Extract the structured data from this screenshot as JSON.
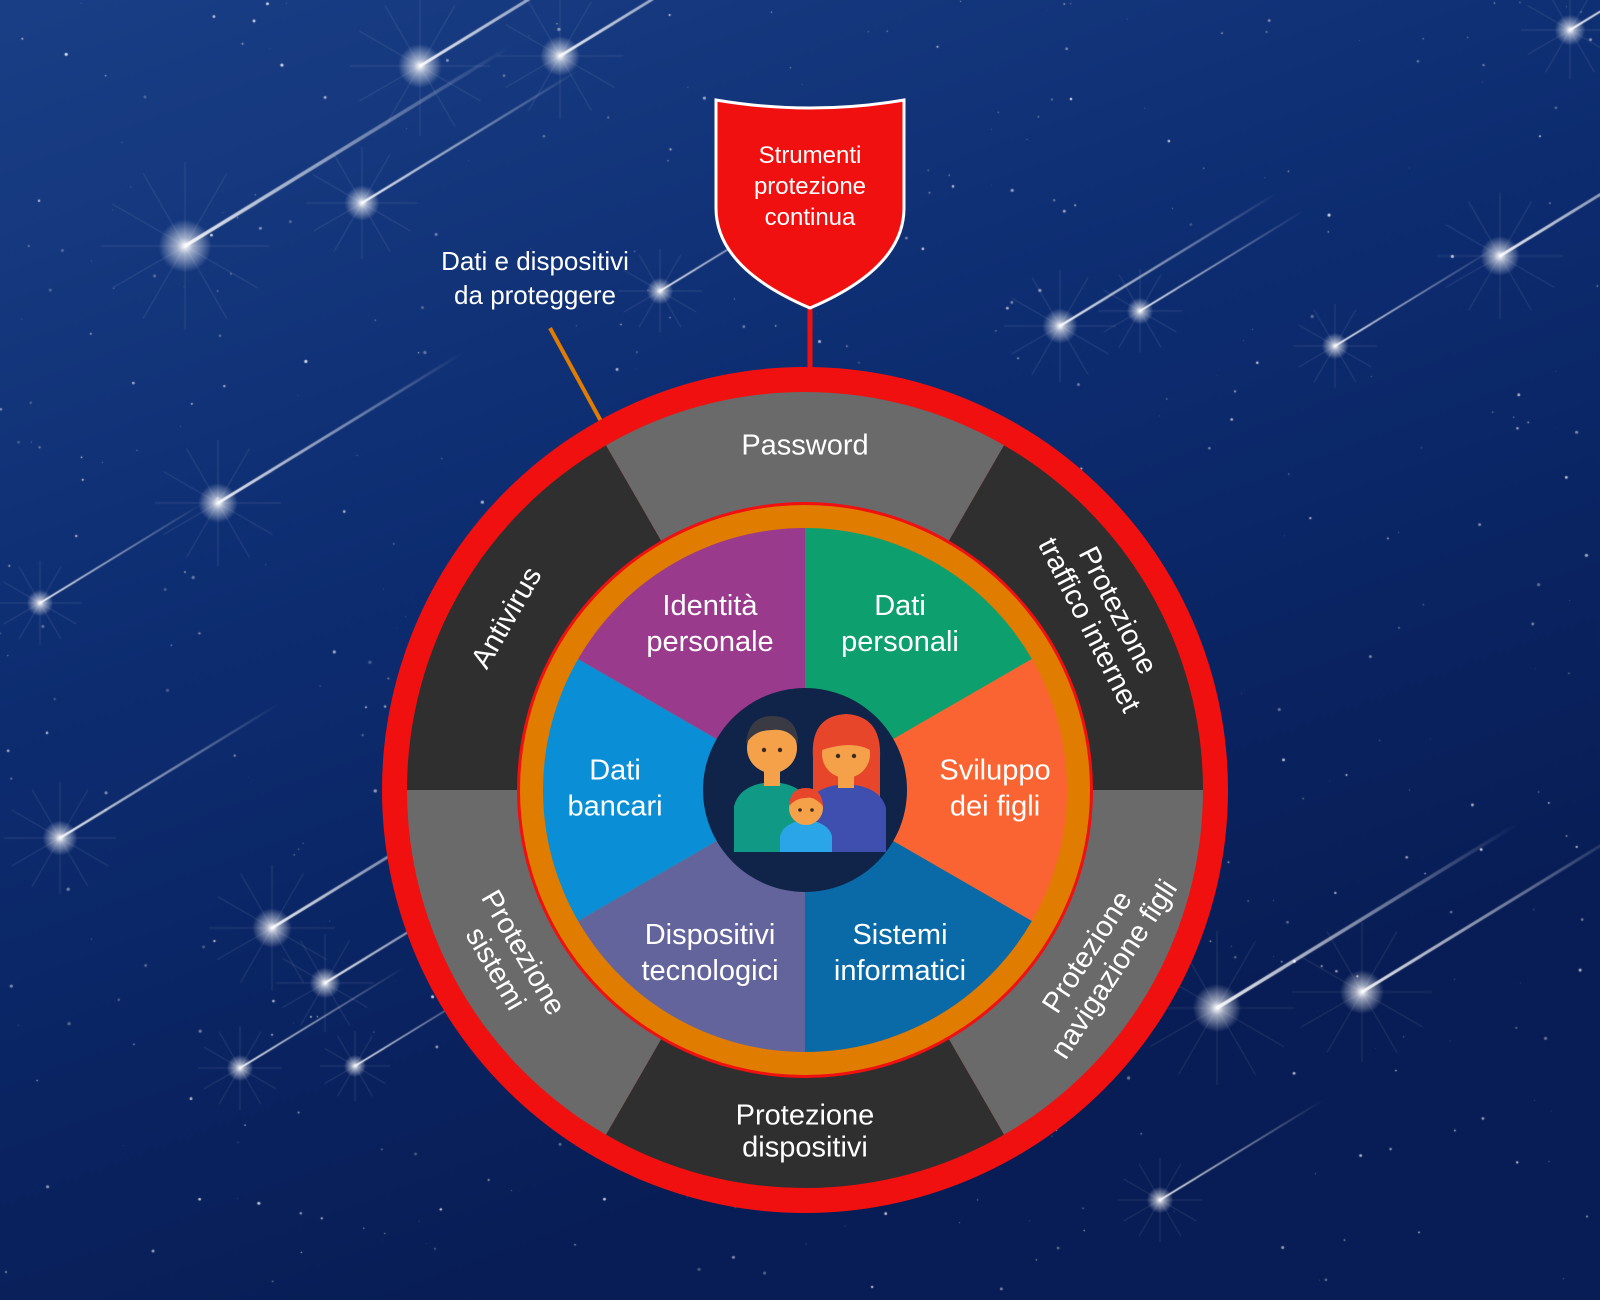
{
  "shield": {
    "lines": [
      "Strumenti",
      "protezione",
      "continua"
    ]
  },
  "callout": {
    "lines": [
      "Dati e dispositivi",
      "da proteggere"
    ]
  },
  "outer_ring": [
    {
      "lines": [
        "Password"
      ],
      "fill": "#6a6a6a"
    },
    {
      "lines": [
        "Protezione",
        "traffico internet"
      ],
      "fill": "#2f2f2f"
    },
    {
      "lines": [
        "Protezione",
        "navigazione figli"
      ],
      "fill": "#6a6a6a"
    },
    {
      "lines": [
        "Protezione",
        "dispositivi"
      ],
      "fill": "#2f2f2f"
    },
    {
      "lines": [
        "Protezione",
        "sistemi"
      ],
      "fill": "#6a6a6a"
    },
    {
      "lines": [
        "Antivirus"
      ],
      "fill": "#2f2f2f"
    }
  ],
  "inner_segments": [
    {
      "lines": [
        "Dati",
        "personali"
      ],
      "fill": "#0e9f6e"
    },
    {
      "lines": [
        "Sviluppo",
        "dei figli"
      ],
      "fill": "#fa6432"
    },
    {
      "lines": [
        "Sistemi",
        "informatici"
      ],
      "fill": "#0a6aa8"
    },
    {
      "lines": [
        "Dispositivi",
        "tecnologici"
      ],
      "fill": "#64649c"
    },
    {
      "lines": [
        "Dati",
        "bancari"
      ],
      "fill": "#0a8fd6"
    },
    {
      "lines": [
        "Identità",
        "personale"
      ],
      "fill": "#9a3a8c"
    }
  ],
  "center_icon": "family-icon",
  "colors": {
    "shield": "#f01010",
    "outer_border": "#f01010",
    "inner_border": "#e07c00",
    "callout_line": "#e07c00",
    "center_disc": "#0f2448"
  }
}
